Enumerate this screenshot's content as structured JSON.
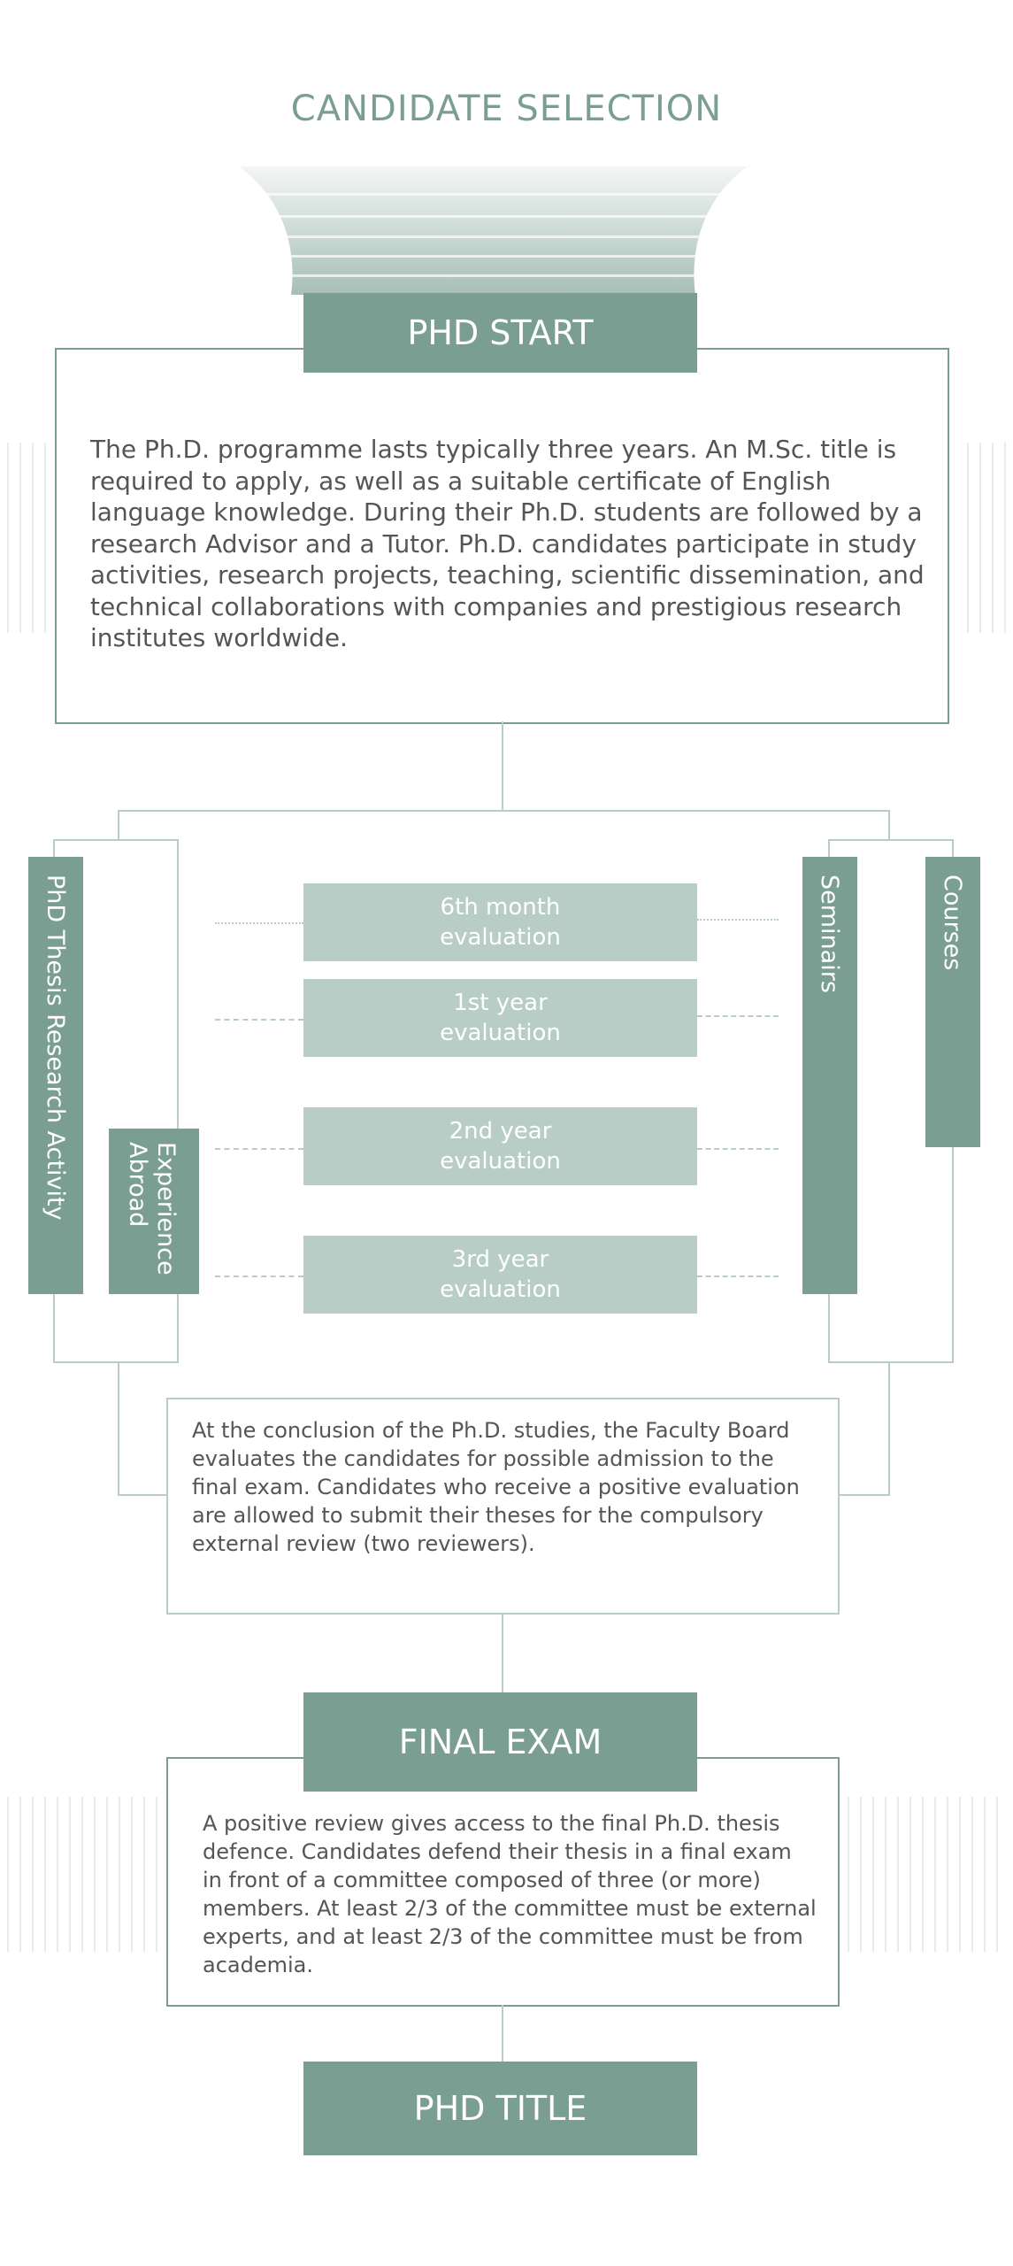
{
  "header": {
    "title": "CANDIDATE SELECTION"
  },
  "start": {
    "label": "PHD START",
    "description": "The Ph.D. programme lasts typically three years. An M.Sc. title is required to apply, as well as a suitable certificate of English language knowledge. During their Ph.D. students are followed by a research Advisor and a Tutor. Ph.D. candidates participate in study activities, research projects, teaching, scientific dissemination, and technical collaborations with companies and prestigious research institutes worldwide."
  },
  "activities": {
    "research": "PhD Thesis Research Activity",
    "abroad": "Experience\nAbroad",
    "seminars": "Seminairs",
    "courses": "Courses"
  },
  "evaluations": [
    {
      "label": "6th month\nevaluation"
    },
    {
      "label": "1st year\nevaluation"
    },
    {
      "label": "2nd year\nevaluation"
    },
    {
      "label": "3rd year\nevaluation"
    }
  ],
  "conclusion": {
    "text": "At the conclusion of the Ph.D. studies, the Faculty Board evaluates the candidates for possible admission to the final exam. Candidates who receive a positive evaluation are allowed to submit their theses for the compulsory external review (two reviewers)."
  },
  "final": {
    "label": "FINAL EXAM",
    "description": "A positive review gives access to the final Ph.D. thesis defence. Candidates defend their thesis in a final exam in front of a committee composed of three (or more) members. At least 2/3 of the committee must be external experts, and at least 2/3 of the committee must be from academia."
  },
  "end": {
    "label": "PHD TITLE"
  },
  "colors": {
    "primary": "#7b9e93",
    "light": "#b8cdc6",
    "text": "#555555"
  }
}
